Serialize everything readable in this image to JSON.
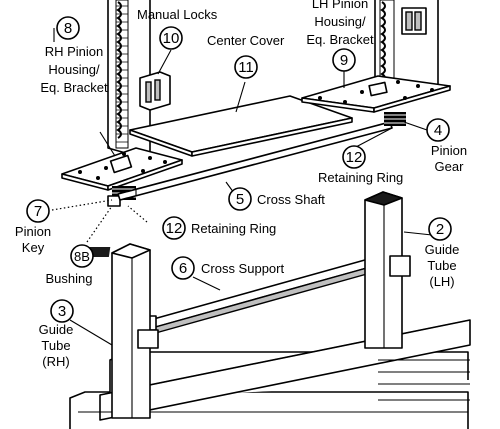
{
  "callouts": {
    "c2": {
      "num": "2",
      "lines": [
        "Guide",
        "Tube",
        "(LH)"
      ]
    },
    "c3": {
      "num": "3",
      "lines": [
        "Guide",
        "Tube",
        "(RH)"
      ]
    },
    "c4": {
      "num": "4",
      "lines": [
        "Pinion",
        "Gear"
      ]
    },
    "c5": {
      "num": "5",
      "label": "Cross Shaft"
    },
    "c6": {
      "num": "6",
      "label": "Cross Support"
    },
    "c7": {
      "num": "7",
      "lines": [
        "Pinion",
        "Key"
      ]
    },
    "c8": {
      "num": "8",
      "lines": [
        "RH Pinion",
        "Housing/",
        "Eq. Bracket"
      ]
    },
    "c8b": {
      "num": "8B",
      "label": "Bushing"
    },
    "c9": {
      "num": "9",
      "lines": [
        "LH Pinion",
        "Housing/",
        "Eq. Bracket"
      ]
    },
    "c10": {
      "num": "10",
      "label": "Manual Locks"
    },
    "c11": {
      "num": "11",
      "label": "Center Cover"
    },
    "c12a": {
      "num": "12",
      "label": "Retaining Ring"
    },
    "c12b": {
      "num": "12",
      "label": "Retaining Ring"
    }
  }
}
